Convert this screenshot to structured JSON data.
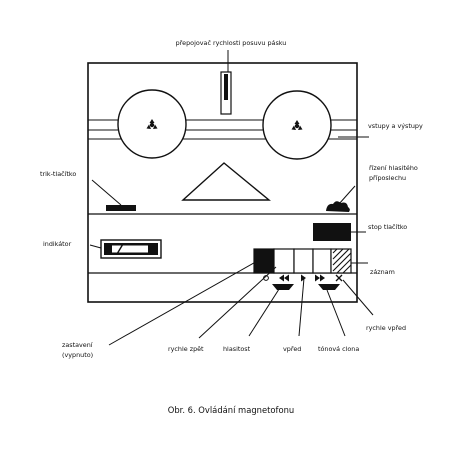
{
  "labels": {
    "speed_switch": "přepojovač rychlosti posuvu pásku",
    "io": "vstupy a výstupy",
    "trick": "trik-tlačítko",
    "monitor_line1": "řízení hlasitého",
    "monitor_line2": "příposlechu",
    "stop": "stop tlačítko",
    "indicator": "indikátor",
    "record": "záznam",
    "stop_off_line1": "zastavení",
    "stop_off_line2": "(vypnuto)",
    "rewind": "rychle zpět",
    "volume": "hlasitost",
    "forward": "vpřed",
    "tone": "tónová clona",
    "fast_forward": "rychle vpřed"
  },
  "caption": "Obr. 6. Ovládání magnetofonu",
  "colors": {
    "ink": "#111111",
    "paper": "#ffffff"
  }
}
